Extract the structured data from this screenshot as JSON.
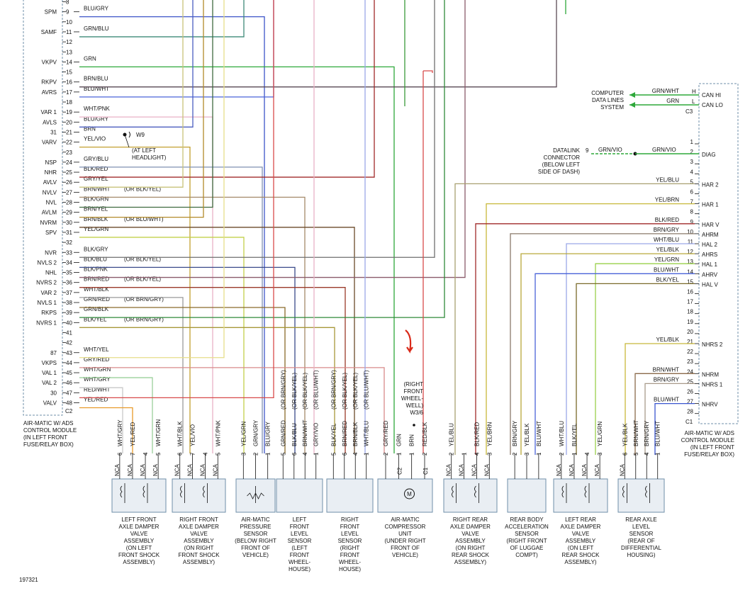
{
  "diagram_id": "197321",
  "left_module": {
    "label": [
      "AIR-MATIC W/ ADS",
      "CONTROL MODULE",
      "(IN LEFT FRONT",
      "FUSE/RELAY BOX)"
    ],
    "connector": "C2",
    "pins": [
      {
        "pin": "8",
        "label": "",
        "wire": "",
        "alt": "",
        "color": ""
      },
      {
        "pin": "9",
        "label": "SPM",
        "wire": "BLU/GRY",
        "alt": "",
        "color": "#3d55c8"
      },
      {
        "pin": "10",
        "label": "",
        "wire": "",
        "alt": "",
        "color": ""
      },
      {
        "pin": "11",
        "label": "SAMF",
        "wire": "GRN/BLU",
        "alt": "",
        "color": "#3f8a78"
      },
      {
        "pin": "12",
        "label": "",
        "wire": "",
        "alt": "",
        "color": ""
      },
      {
        "pin": "13",
        "label": "",
        "wire": "",
        "alt": "",
        "color": ""
      },
      {
        "pin": "14",
        "label": "VKPV",
        "wire": "GRN",
        "alt": "",
        "color": "#2ea83a"
      },
      {
        "pin": "15",
        "label": "",
        "wire": "",
        "alt": "",
        "color": ""
      },
      {
        "pin": "16",
        "label": "RKPV",
        "wire": "BRN/BLU",
        "alt": "",
        "color": "#5a4a55"
      },
      {
        "pin": "17",
        "label": "AVRS",
        "wire": "BLU/WHT",
        "alt": "",
        "color": "#4a63d8"
      },
      {
        "pin": "18",
        "label": "",
        "wire": "",
        "alt": "",
        "color": ""
      },
      {
        "pin": "19",
        "label": "VAR 1",
        "wire": "WHT/PNK",
        "alt": "",
        "color": "#e9b2c6"
      },
      {
        "pin": "20",
        "label": "AVLS",
        "wire": "BLU/GRY",
        "alt": "",
        "color": "#4b5dbf"
      },
      {
        "pin": "21",
        "label": "31",
        "wire": "BRN",
        "alt": "",
        "color": "#7a5230"
      },
      {
        "pin": "22",
        "label": "VARV",
        "wire": "YEL/VIO",
        "alt": "",
        "color": "#c2a030"
      },
      {
        "pin": "23",
        "label": "",
        "wire": "",
        "alt": "",
        "color": ""
      },
      {
        "pin": "24",
        "label": "NSP",
        "wire": "GRY/BLU",
        "alt": "",
        "color": "#7f8fb2"
      },
      {
        "pin": "25",
        "label": "NHR",
        "wire": "BLK/RED",
        "alt": "",
        "color": "#a02a2a"
      },
      {
        "pin": "26",
        "label": "AVLV",
        "wire": "GRY/YEL",
        "alt": "",
        "color": "#c8c27a"
      },
      {
        "pin": "27",
        "label": "NVLV",
        "wire": "BRN/WHT",
        "alt": "(OR BLK/YEL)",
        "color": "#a58a6a"
      },
      {
        "pin": "28",
        "label": "NVL",
        "wire": "BLK/GRN",
        "alt": "",
        "color": "#3f6b3f"
      },
      {
        "pin": "29",
        "label": "AVLM",
        "wire": "BRN/YEL",
        "alt": "",
        "color": "#b28a2a"
      },
      {
        "pin": "30",
        "label": "NVRM",
        "wire": "BRN/BLK",
        "alt": "(OR BLU/WHT)",
        "color": "#6b4a2a"
      },
      {
        "pin": "31",
        "label": "SPV",
        "wire": "YEL/GRN",
        "alt": "",
        "color": "#c2d04a"
      },
      {
        "pin": "32",
        "label": "",
        "wire": "",
        "alt": "",
        "color": ""
      },
      {
        "pin": "33",
        "label": "NVR",
        "wire": "BLK/GRY",
        "alt": "",
        "color": "#6f6f6f"
      },
      {
        "pin": "34",
        "label": "NVLS 2",
        "wire": "BLK/BLU",
        "alt": "(OR BLK/YEL)",
        "color": "#3a4a8a"
      },
      {
        "pin": "35",
        "label": "NHL",
        "wire": "BLK/PNK",
        "alt": "",
        "color": "#8a5a6a"
      },
      {
        "pin": "36",
        "label": "NVRS 2",
        "wire": "BRN/RED",
        "alt": "(OR BLK/YEL)",
        "color": "#9a3a2a"
      },
      {
        "pin": "37",
        "label": "VAR 2",
        "wire": "WHT/BLK",
        "alt": "",
        "color": "#9a9a9a"
      },
      {
        "pin": "38",
        "label": "NVLS 1",
        "wire": "GRN/RED",
        "alt": "(OR BRN/GRY)",
        "color": "#8a6a2a"
      },
      {
        "pin": "39",
        "label": "RKPS",
        "wire": "GRN/BLK",
        "alt": "",
        "color": "#2f8a3a"
      },
      {
        "pin": "40",
        "label": "NVRS 1",
        "wire": "BLK/YEL",
        "alt": "(OR BRN/GRY)",
        "color": "#a8983a"
      },
      {
        "pin": "41",
        "label": "",
        "wire": "",
        "alt": "",
        "color": ""
      },
      {
        "pin": "42",
        "label": "",
        "wire": "",
        "alt": "",
        "color": ""
      },
      {
        "pin": "43",
        "label": "87",
        "wire": "WHT/YEL",
        "alt": "",
        "color": "#e6de8a"
      },
      {
        "pin": "44",
        "label": "VKPS",
        "wire": "GRY/RED",
        "alt": "",
        "color": "#d88a8a"
      },
      {
        "pin": "45",
        "label": "VAL 1",
        "wire": "WHT/GRN",
        "alt": "",
        "color": "#9ad09a"
      },
      {
        "pin": "46",
        "label": "VAL 2",
        "wire": "WHT/GRY",
        "alt": "",
        "color": "#c8c8c8"
      },
      {
        "pin": "47",
        "label": "30",
        "wire": "RED/WHT",
        "alt": "",
        "color": "#d84a4a"
      },
      {
        "pin": "48",
        "label": "VALV",
        "wire": "YEL/RED",
        "alt": "",
        "color": "#e89a2a"
      }
    ]
  },
  "ground": {
    "name": "W9",
    "note": [
      "(AT LEFT",
      "HEADLIGHT)"
    ]
  },
  "right_module": {
    "label": [
      "AIR-MATIC W/ ADS",
      "CONTROL MODULE",
      "(IN LEFT FRONT",
      "FUSE/RELAY BOX)"
    ],
    "connector_c3": "C3",
    "connector_c1": "C1",
    "can_pins": [
      {
        "pin": "H",
        "label": "CAN HI",
        "wire": "GRN/WHT"
      },
      {
        "pin": "L",
        "label": "CAN LO",
        "wire": "GRN"
      }
    ],
    "can_dest": [
      "COMPUTER",
      "DATA LINES",
      "SYSTEM"
    ],
    "pins": [
      {
        "pin": "1",
        "label": "",
        "wire": "",
        "color": ""
      },
      {
        "pin": "2",
        "label": "DIAG",
        "wire": "GRN/VIO",
        "color": "#2ea83a"
      },
      {
        "pin": "3",
        "label": "",
        "wire": "",
        "color": ""
      },
      {
        "pin": "4",
        "label": "",
        "wire": "",
        "color": ""
      },
      {
        "pin": "5",
        "label": "HAR 2",
        "wire": "YEL/BLU",
        "color": "#a8a070"
      },
      {
        "pin": "6",
        "label": "",
        "wire": "",
        "color": ""
      },
      {
        "pin": "7",
        "label": "HAR 1",
        "wire": "YEL/BRN",
        "color": "#c8b83a"
      },
      {
        "pin": "8",
        "label": "",
        "wire": "",
        "color": ""
      },
      {
        "pin": "9",
        "label": "HAR V",
        "wire": "BLK/RED",
        "color": "#a02a2a"
      },
      {
        "pin": "10",
        "label": "AHRM",
        "wire": "BRN/GRY",
        "color": "#8a7a6a"
      },
      {
        "pin": "11",
        "label": "HAL 2",
        "wire": "WHT/BLU",
        "color": "#9aa8e8"
      },
      {
        "pin": "12",
        "label": "AHRS",
        "wire": "YEL/BLK",
        "color": "#b8a83a"
      },
      {
        "pin": "13",
        "label": "HAL 1",
        "wire": "YEL/GRN",
        "color": "#9ad04a"
      },
      {
        "pin": "14",
        "label": "AHRV",
        "wire": "BLU/WHT",
        "color": "#4a63d8"
      },
      {
        "pin": "15",
        "label": "HAL V",
        "wire": "BLK/YEL",
        "color": "#7a6a2a"
      },
      {
        "pin": "16",
        "label": "",
        "wire": "",
        "color": ""
      },
      {
        "pin": "17",
        "label": "",
        "wire": "",
        "color": ""
      },
      {
        "pin": "18",
        "label": "",
        "wire": "",
        "color": ""
      },
      {
        "pin": "19",
        "label": "",
        "wire": "",
        "color": ""
      },
      {
        "pin": "20",
        "label": "",
        "wire": "",
        "color": ""
      },
      {
        "pin": "21",
        "label": "NHRS 2",
        "wire": "YEL/BLK",
        "color": "#c8b83a"
      },
      {
        "pin": "22",
        "label": "",
        "wire": "",
        "color": ""
      },
      {
        "pin": "23",
        "label": "",
        "wire": "",
        "color": ""
      },
      {
        "pin": "24",
        "label": "NHRM",
        "wire": "BRN/WHT",
        "color": "#8a6a4a"
      },
      {
        "pin": "25",
        "label": "NHRS 1",
        "wire": "BRN/GRY",
        "color": "#a89a8a"
      },
      {
        "pin": "26",
        "label": "",
        "wire": "",
        "color": ""
      },
      {
        "pin": "27",
        "label": "NHRV",
        "wire": "BLU/WHT",
        "color": "#3a55d0"
      },
      {
        "pin": "28",
        "label": "",
        "wire": "",
        "color": ""
      }
    ]
  },
  "datalink": {
    "label": [
      "DATALINK",
      "CONNECTOR",
      "(BELOW LEFT",
      "SIDE OF DASH)"
    ],
    "pin": "9",
    "wire_left": "GRN/VIO",
    "wire_right": "GRN/VIO"
  },
  "compressor_note": [
    "(RIGHT",
    "FRONT",
    "WHEEL-",
    "WELL)",
    "W3/6"
  ],
  "components": [
    {
      "id": "lf-damper",
      "lines": [
        "LEFT FRONT",
        "AXLE DAMPER",
        "VALVE",
        "ASSEMBLY",
        "(ON LEFT",
        "FRONT SHOCK",
        "ASSEMBLY)"
      ],
      "pins": [
        {
          "num": "6",
          "wire": "WHT/GRY",
          "nc": "NCA"
        },
        {
          "num": "7",
          "wire": "YEL/RED",
          "nc": "NCA"
        },
        {
          "num": "4",
          "wire": "",
          "nc": "NCA"
        },
        {
          "num": "5",
          "wire": "WHT/GRN",
          "nc": "NCA"
        }
      ]
    },
    {
      "id": "rf-damper",
      "lines": [
        "RIGHT FRONT",
        "AXLE DAMPER",
        "VALVE",
        "ASSEMBLY",
        "(ON RIGHT",
        "FRONT SHOCK",
        "ASSEMBLY)"
      ],
      "pins": [
        {
          "num": "6",
          "wire": "WHT/BLK",
          "nc": "NCA"
        },
        {
          "num": "7",
          "wire": "YEL/VIO",
          "nc": "NCA"
        },
        {
          "num": "4",
          "wire": "",
          "nc": "NCA"
        },
        {
          "num": "5",
          "wire": "WHT/PNK",
          "nc": "NCA"
        }
      ]
    },
    {
      "id": "pressure",
      "lines": [
        "AIR-MATIC",
        "PRESSURE",
        "SENSOR",
        "(BELOW RIGHT",
        "FRONT OF",
        "VEHICLE)"
      ],
      "pins": [
        {
          "num": "3",
          "wire": "YEL/GRN",
          "nc": ""
        },
        {
          "num": "2",
          "wire": "GRN/GRY",
          "nc": ""
        },
        {
          "num": "1",
          "wire": "BLU/GRY",
          "nc": ""
        }
      ]
    },
    {
      "id": "lf-level",
      "lines": [
        "LEFT",
        "FRONT",
        "LEVEL",
        "SENSOR",
        "(LEFT",
        "FRONT",
        "WHEEL-",
        "HOUSE)"
      ],
      "pins": [
        {
          "num": "5",
          "wire": "GRN/RED",
          "alt": "(OR BRN/GRY)",
          "nc": ""
        },
        {
          "num": "6",
          "wire": "BLK/BLU",
          "alt": "(OR BLK/YEL)",
          "nc": ""
        },
        {
          "num": "4",
          "wire": "BRN/WHT",
          "alt": "(OR BLK/YEL)",
          "nc": ""
        },
        {
          "num": "1",
          "wire": "GRY/VIO",
          "alt": "(OR BLU/WHT)",
          "nc": ""
        }
      ]
    },
    {
      "id": "rf-level",
      "lines": [
        "RIGHT",
        "FRONT",
        "LEVEL",
        "SENSOR",
        "(RIGHT",
        "FRONT",
        "WHEEL-",
        "HOUSE)"
      ],
      "pins": [
        {
          "num": "5",
          "wire": "BLK/YEL",
          "alt": "(OR BRN/GRY)",
          "nc": ""
        },
        {
          "num": "6",
          "wire": "BRN/RED",
          "alt": "(OR BLK/YEL)",
          "nc": ""
        },
        {
          "num": "4",
          "wire": "BRN/BLK",
          "alt": "(OR BLK/YEL)",
          "nc": ""
        },
        {
          "num": "1",
          "wire": "WHT/BLU",
          "alt": "(OR BLU/WHT)",
          "nc": ""
        }
      ]
    },
    {
      "id": "compressor",
      "lines": [
        "AIR-MATIC",
        "COMPRESSOR",
        "UNIT",
        "(UNDER RIGHT",
        "FRONT OF",
        "VEHICLE)"
      ],
      "pins": [
        {
          "num": "2",
          "wire": "GRY/RED",
          "nc": ""
        },
        {
          "num": "1",
          "wire": "GRN",
          "nc": ""
        },
        {
          "num": "1",
          "wire": "BRN",
          "nc": ""
        },
        {
          "num": "2",
          "wire": "RED/BLK",
          "nc": ""
        }
      ],
      "connectors": [
        "C2",
        "C1"
      ]
    },
    {
      "id": "rr-damper",
      "lines": [
        "RIGHT REAR",
        "AXLE DAMPER",
        "VALVE",
        "ASSEMBLY",
        "(ON RIGHT",
        "REAR SHOCK",
        "ASSEMBLY)"
      ],
      "pins": [
        {
          "num": "2",
          "wire": "YEL/BLU",
          "nc": "NCA"
        },
        {
          "num": "1",
          "wire": "",
          "nc": "NCA"
        },
        {
          "num": "4",
          "wire": "BLK/RED",
          "nc": "NCA"
        },
        {
          "num": "3",
          "wire": "YEL/BRN",
          "nc": "NCA"
        }
      ]
    },
    {
      "id": "body-accel",
      "lines": [
        "REAR BODY",
        "ACCELERATION",
        "SENSOR",
        "(RIGHT FRONT",
        "OF LUGGAE",
        "COMPT)"
      ],
      "pins": [
        {
          "num": "2",
          "wire": "BRN/GRY",
          "nc": ""
        },
        {
          "num": "3",
          "wire": "YEL/BLK",
          "nc": ""
        },
        {
          "num": "1",
          "wire": "BLU/WHT",
          "nc": ""
        }
      ]
    },
    {
      "id": "lr-damper",
      "lines": [
        "LEFT REAR",
        "AXLE DAMPER",
        "VALVE",
        "ASSEMBLY",
        "(ON LEFT",
        "REAR SHOCK",
        "ASSEMBLY)"
      ],
      "pins": [
        {
          "num": "2",
          "wire": "WHT/BLU",
          "nc": "NCA"
        },
        {
          "num": "1",
          "wire": "BLK/YEL",
          "nc": "NCA"
        },
        {
          "num": "4",
          "wire": "",
          "nc": "NCA"
        },
        {
          "num": "3",
          "wire": "YEL/GRN",
          "nc": "NCA"
        }
      ]
    },
    {
      "id": "rear-level",
      "lines": [
        "REAR AXLE",
        "LEVEL",
        "SENSOR",
        "(REAR OF",
        "DIFFERENTIAL",
        "HOUSING)"
      ],
      "pins": [
        {
          "num": "6",
          "wire": "YEL/BLK",
          "nc": "NCA"
        },
        {
          "num": "5",
          "wire": "BRN/WHT",
          "nc": ""
        },
        {
          "num": "4",
          "wire": "BRN/GRY",
          "nc": ""
        },
        {
          "num": "1",
          "wire": "BLU/WHT",
          "nc": ""
        }
      ]
    }
  ],
  "colors": {
    "ink": "#111111",
    "module_border": "#6f8fa8",
    "component_fill": "#e9eef3",
    "highlight_arrow": "#d92a1a"
  }
}
